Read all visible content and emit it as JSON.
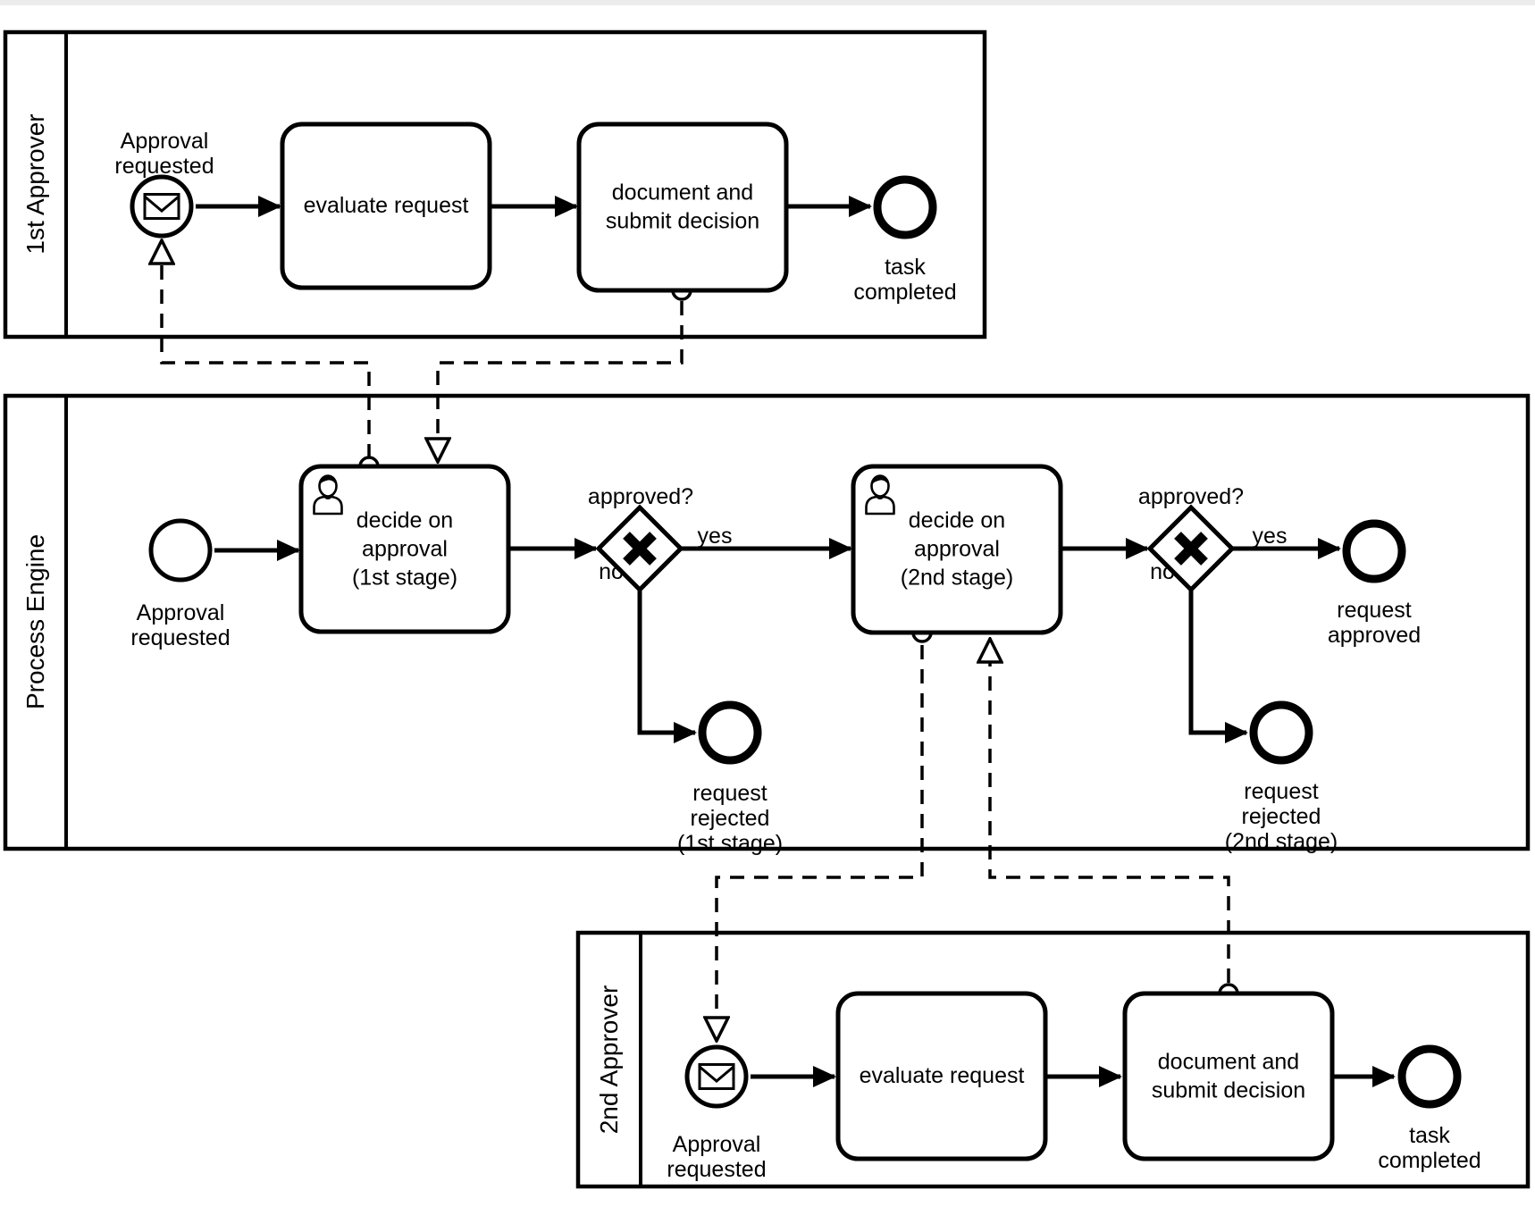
{
  "pools": {
    "approver1": {
      "label": "1st Approver",
      "start_event_label": "Approval\nrequested",
      "task_evaluate": "evaluate request",
      "task_document": "document and\nsubmit decision",
      "end_event_label": "task\ncompleted"
    },
    "engine": {
      "label": "Process Engine",
      "start_event_label": "Approval\nrequested",
      "task_stage1": "decide on\napproval\n(1st stage)",
      "task_stage2": "decide on\napproval\n(2nd stage)",
      "gateway1": {
        "label": "approved?",
        "yes": "yes",
        "no": "no"
      },
      "gateway2": {
        "label": "approved?",
        "yes": "yes",
        "no": "no"
      },
      "end_rejected1_label": "request\nrejected\n(1st stage)",
      "end_approved_label": "request\napproved",
      "end_rejected2_label": "request\nrejected\n(2nd stage)"
    },
    "approver2": {
      "label": "2nd Approver",
      "start_event_label": "Approval\nrequested",
      "task_evaluate": "evaluate request",
      "task_document": "document and\nsubmit decision",
      "end_event_label": "task\ncompleted"
    }
  }
}
